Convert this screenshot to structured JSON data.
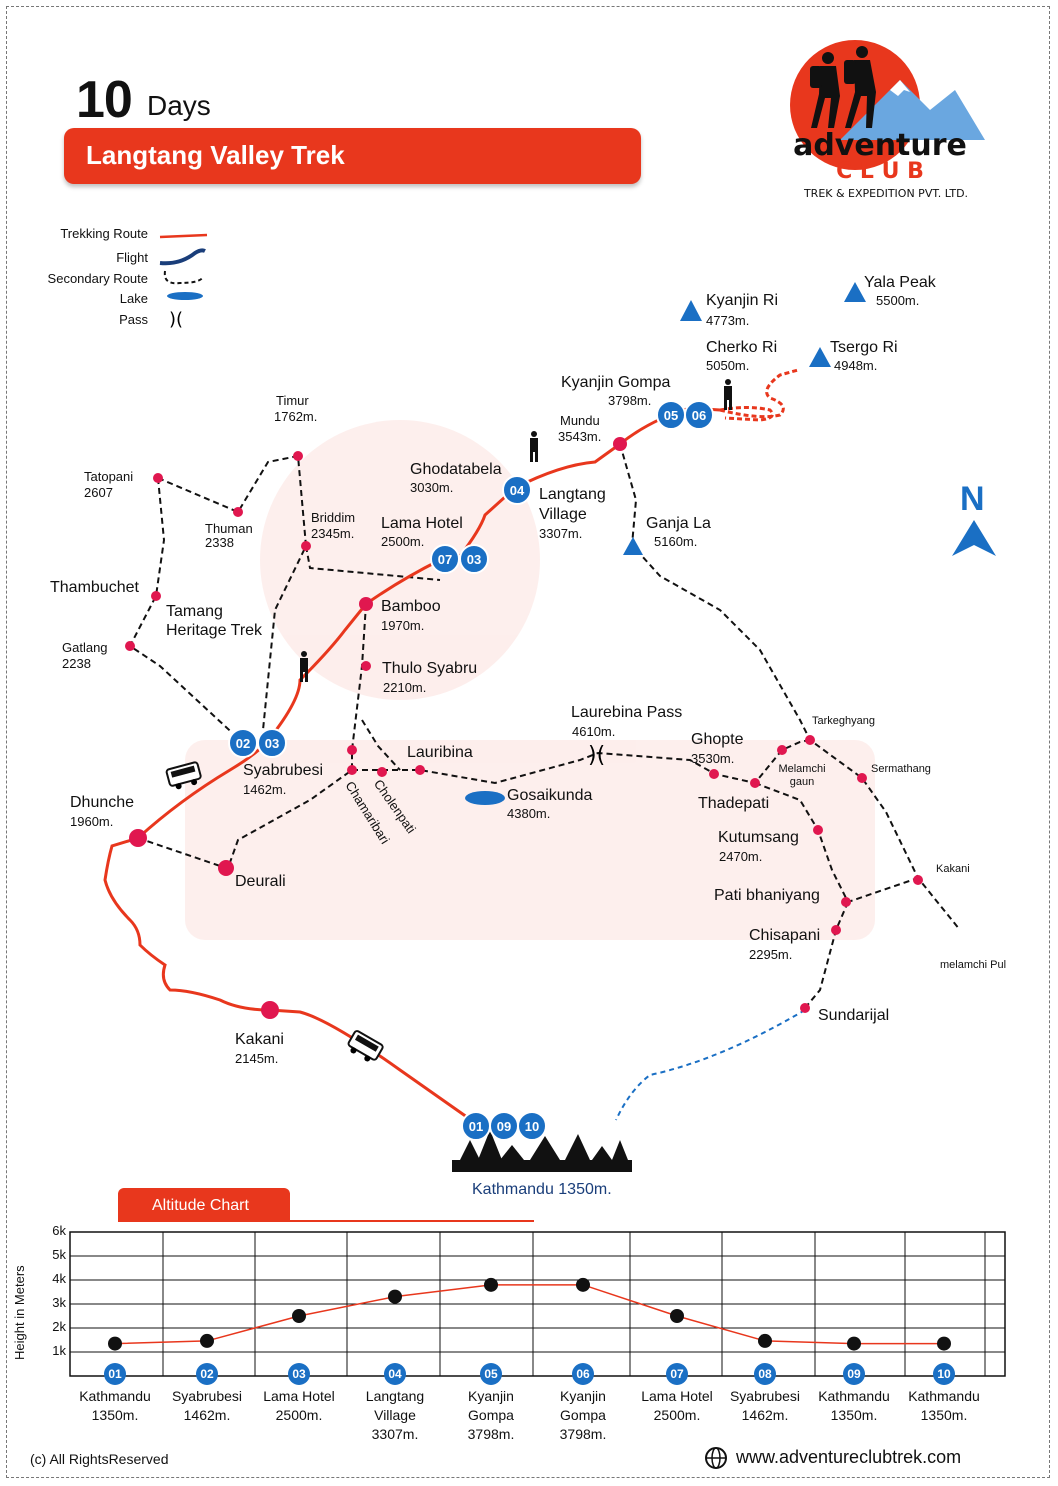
{
  "header": {
    "days_number": "10",
    "days_word": "Days",
    "title": "Langtang Valley Trek"
  },
  "logo": {
    "word1": "adventure",
    "word2": "C L U B",
    "tagline": "TREK & EXPEDITION PVT. LTD."
  },
  "legend": [
    {
      "label": "Trekking Route",
      "icon": "red-line"
    },
    {
      "label": "Flight",
      "icon": "blue-curve"
    },
    {
      "label": "Secondary Route",
      "icon": "dashed-line"
    },
    {
      "label": "Lake",
      "icon": "blue-ellipse"
    },
    {
      "label": "Pass",
      "icon": "pass-symbol"
    }
  ],
  "north_label": "N",
  "places": {
    "yala_peak": {
      "name": "Yala Peak",
      "alt": "5500m."
    },
    "kyanjin_ri": {
      "name": "Kyanjin Ri",
      "alt": "4773m."
    },
    "cherko_ri": {
      "name": "Cherko Ri",
      "alt": "5050m."
    },
    "tsergo_ri": {
      "name": "Tsergo Ri",
      "alt": "4948m."
    },
    "kyanjin_gompa": {
      "name": "Kyanjin Gompa",
      "alt": "3798m."
    },
    "mundu": {
      "name": "Mundu",
      "alt": "3543m."
    },
    "timur": {
      "name": "Timur",
      "alt": "1762m."
    },
    "ghodatabela": {
      "name": "Ghodatabela",
      "alt": "3030m."
    },
    "langtang_village": {
      "name": "Langtang Village",
      "alt": "3307m."
    },
    "tatopani": {
      "name": "Tatopani",
      "alt": "2607"
    },
    "thuman": {
      "name": "Thuman",
      "alt": "2338"
    },
    "briddim": {
      "name": "Briddim",
      "alt": "2345m."
    },
    "lama_hotel": {
      "name": "Lama Hotel",
      "alt": "2500m."
    },
    "ganja_la": {
      "name": "Ganja La",
      "alt": "5160m."
    },
    "thambuchet": {
      "name": "Thambuchet"
    },
    "tamang_heritage": {
      "name": "Tamang Heritage Trek"
    },
    "bamboo": {
      "name": "Bamboo",
      "alt": "1970m."
    },
    "gatlang": {
      "name": "Gatlang",
      "alt": "2238"
    },
    "thulo_syabru": {
      "name": "Thulo Syabru",
      "alt": "2210m."
    },
    "laurebina_pass": {
      "name": "Laurebina Pass",
      "alt": "4610m."
    },
    "tarkeghyang": {
      "name": "Tarkeghyang"
    },
    "ghopte": {
      "name": "Ghopte",
      "alt": "3530m."
    },
    "lauribina": {
      "name": "Lauribina"
    },
    "syabrubesi": {
      "name": "Syabrubesi",
      "alt": "1462m."
    },
    "melamchi_gaun": {
      "name": "Melamchi gaun"
    },
    "sermathang": {
      "name": "Sermathang"
    },
    "gosaikunda": {
      "name": "Gosaikunda",
      "alt": "4380m."
    },
    "cholenpati": {
      "name": "Cholenpati"
    },
    "chamarbari": {
      "name": "Chamaribari"
    },
    "thadepati": {
      "name": "Thadepati"
    },
    "dhunche": {
      "name": "Dhunche",
      "alt": "1960m."
    },
    "kutumsang": {
      "name": "Kutumsang",
      "alt": "2470m."
    },
    "kakani_east": {
      "name": "Kakani"
    },
    "deurali": {
      "name": "Deurali"
    },
    "pati_bhaniyang": {
      "name": "Pati bhaniyang"
    },
    "chisapani": {
      "name": "Chisapani",
      "alt": "2295m."
    },
    "melamchi_pul": {
      "name": "melamchi Pul"
    },
    "sundarijal": {
      "name": "Sundarijal"
    },
    "kakani": {
      "name": "Kakani",
      "alt": "2145m."
    },
    "kathmandu": {
      "name": "Kathmandu 1350m."
    }
  },
  "day_badges": {
    "kyanjin_gompa": [
      "05",
      "06"
    ],
    "ghodatabela": [
      "04"
    ],
    "lama_hotel": [
      "07",
      "03"
    ],
    "syabrubesi": [
      "02",
      "03"
    ],
    "kathmandu": [
      "01",
      "09",
      "10"
    ]
  },
  "colors": {
    "route": "#e8371d",
    "badge": "#1a6fc4",
    "stop": "#e0174f",
    "flight": "#1a3e7a"
  },
  "altitude_chart": {
    "title": "Altitude Chart",
    "y_label": "Height in Meters",
    "chart_data": {
      "type": "line",
      "y_ticks": [
        "1k",
        "2k",
        "3k",
        "4k",
        "5k",
        "6k"
      ],
      "ylim": [
        0,
        6000
      ],
      "days": [
        "01",
        "02",
        "03",
        "04",
        "05",
        "06",
        "07",
        "08",
        "09",
        "10"
      ],
      "categories": [
        [
          "Kathmandu",
          "1350m."
        ],
        [
          "Syabrubesi",
          "1462m."
        ],
        [
          "Lama Hotel",
          "2500m."
        ],
        [
          "Langtang",
          "Village",
          "3307m."
        ],
        [
          "Kyanjin",
          "Gompa",
          "3798m."
        ],
        [
          "Kyanjin",
          "Gompa",
          "3798m."
        ],
        [
          "Lama Hotel",
          "2500m."
        ],
        [
          "Syabrubesi",
          "1462m."
        ],
        [
          "Kathmandu",
          "1350m."
        ],
        [
          "Kathmandu",
          "1350m."
        ]
      ],
      "values": [
        1350,
        1462,
        2500,
        3307,
        3798,
        3798,
        2500,
        1462,
        1350,
        1350
      ]
    }
  },
  "footer": {
    "copyright": "(c) All RightsReserved",
    "website": "www.adventureclubtrek.com"
  }
}
